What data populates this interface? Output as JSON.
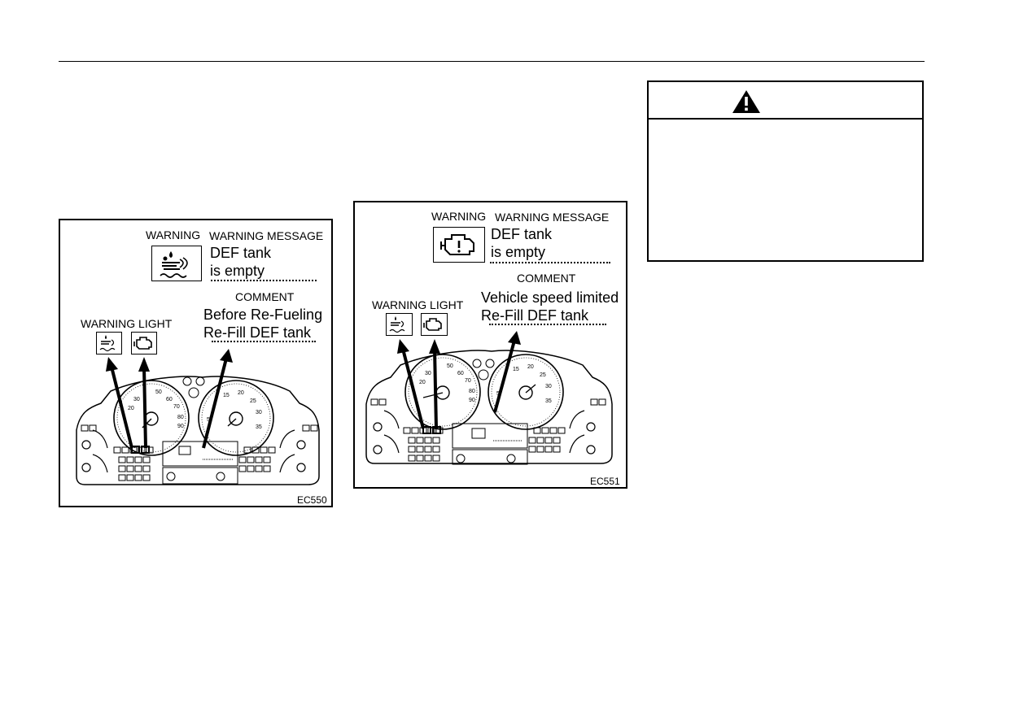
{
  "figure1": {
    "header_warning": "WARNING",
    "header_message": "WARNING MESSAGE",
    "message_line1": "DEF tank",
    "message_line2": "is empty",
    "comment_label": "COMMENT",
    "comment_line1": "Before Re-Fueling",
    "comment_line2": "Re-Fill DEF tank",
    "warning_light_label": "WARNING LIGHT",
    "figure_code": "EC550",
    "warning_icon": "def-fluid-icon"
  },
  "figure2": {
    "header_warning": "WARNING",
    "header_message": "WARNING MESSAGE",
    "message_line1": "DEF tank",
    "message_line2": "is empty",
    "comment_label": "COMMENT",
    "comment_line1": "Vehicle speed limited",
    "comment_line2": "Re-Fill DEF tank",
    "warning_light_label": "WARNING LIGHT",
    "figure_code": "EC551",
    "warning_icon": "check-engine-warning-icon"
  },
  "speedometer_ticks": [
    "20",
    "30",
    "50",
    "60",
    "70",
    "80",
    "90"
  ],
  "tachometer_ticks": [
    "5",
    "15",
    "20",
    "25",
    "30",
    "35"
  ],
  "caution_box": {
    "icon": "warning-triangle-icon"
  }
}
